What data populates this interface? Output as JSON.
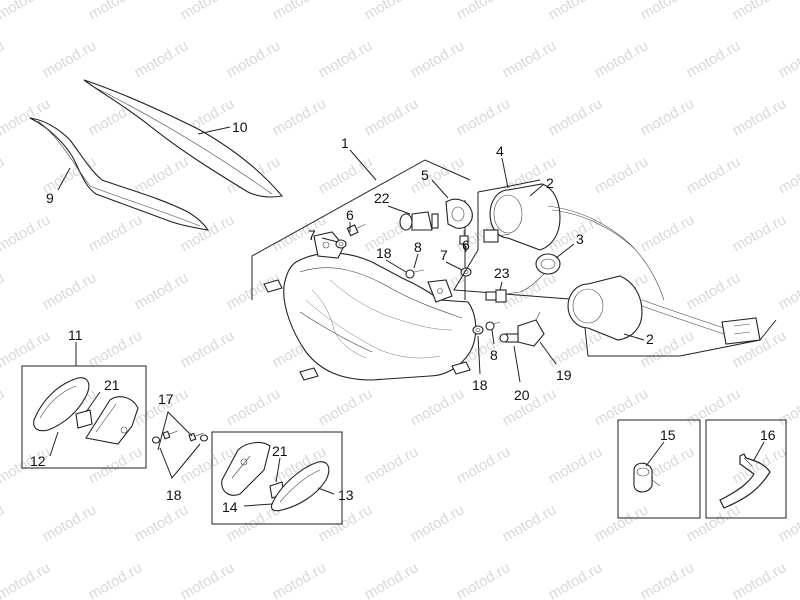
{
  "watermark": "motod.ru",
  "callouts": {
    "c1": "1",
    "c2a": "2",
    "c2b": "2",
    "c3": "3",
    "c4": "4",
    "c5": "5",
    "c6a": "6",
    "c6b": "6",
    "c7a": "7",
    "c7b": "7",
    "c8a": "8",
    "c8b": "8",
    "c9": "9",
    "c10": "10",
    "c11": "11",
    "c12": "12",
    "c13": "13",
    "c14": "14",
    "c15": "15",
    "c16": "16",
    "c17": "17",
    "c18a": "18",
    "c18b": "18",
    "c18c": "18",
    "c19": "19",
    "c20": "20",
    "c21a": "21",
    "c21b": "21",
    "c22": "22",
    "c23": "23"
  }
}
